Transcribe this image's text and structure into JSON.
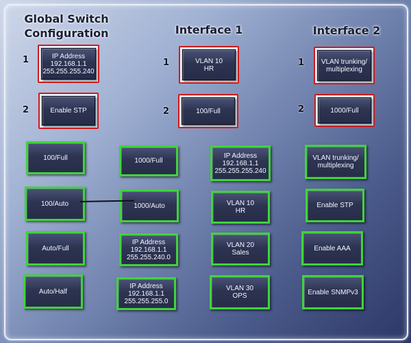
{
  "colors": {
    "slot_border": "#d01a1a",
    "option_border": "#3fd43a",
    "card_fill": "#2d3452"
  },
  "headings": {
    "global": [
      "Global Switch",
      "Configuration"
    ],
    "interface1": "Interface 1",
    "interface2": "Interface 2"
  },
  "row_numbers": [
    "1",
    "2"
  ],
  "targets": {
    "global": [
      [
        "IP Address",
        "192.168.1.1",
        "255.255.255.240"
      ],
      [
        "Enable STP"
      ]
    ],
    "interface1": [
      [
        "VLAN 10",
        "HR"
      ],
      [
        "100/Full"
      ]
    ],
    "interface2": [
      [
        "VLAN trunking/",
        "multiplexing"
      ],
      [
        "1000/Full"
      ]
    ]
  },
  "options": {
    "col1": [
      [
        "100/Full"
      ],
      [
        "100/Auto"
      ],
      [
        "Auto/Full"
      ],
      [
        "Auto/Half"
      ]
    ],
    "col2": [
      [
        "1000/Full"
      ],
      [
        "1000/Auto"
      ],
      [
        "IP Address",
        "192.168.1.1",
        "255.255.240.0"
      ],
      [
        "IP Address",
        "192.168.1.1",
        "255.255.255.0"
      ]
    ],
    "col3": [
      [
        "IP Address",
        "192.168.1.1",
        "255.255.255.240"
      ],
      [
        "VLAN 10",
        "HR"
      ],
      [
        "VLAN 20",
        "Sales"
      ],
      [
        "VLAN 30",
        "OPS"
      ]
    ],
    "col4": [
      [
        "VLAN trunking/",
        "multiplexing"
      ],
      [
        "Enable STP"
      ],
      [
        "Enable AAA"
      ],
      [
        "Enable SNMPv3"
      ]
    ]
  }
}
